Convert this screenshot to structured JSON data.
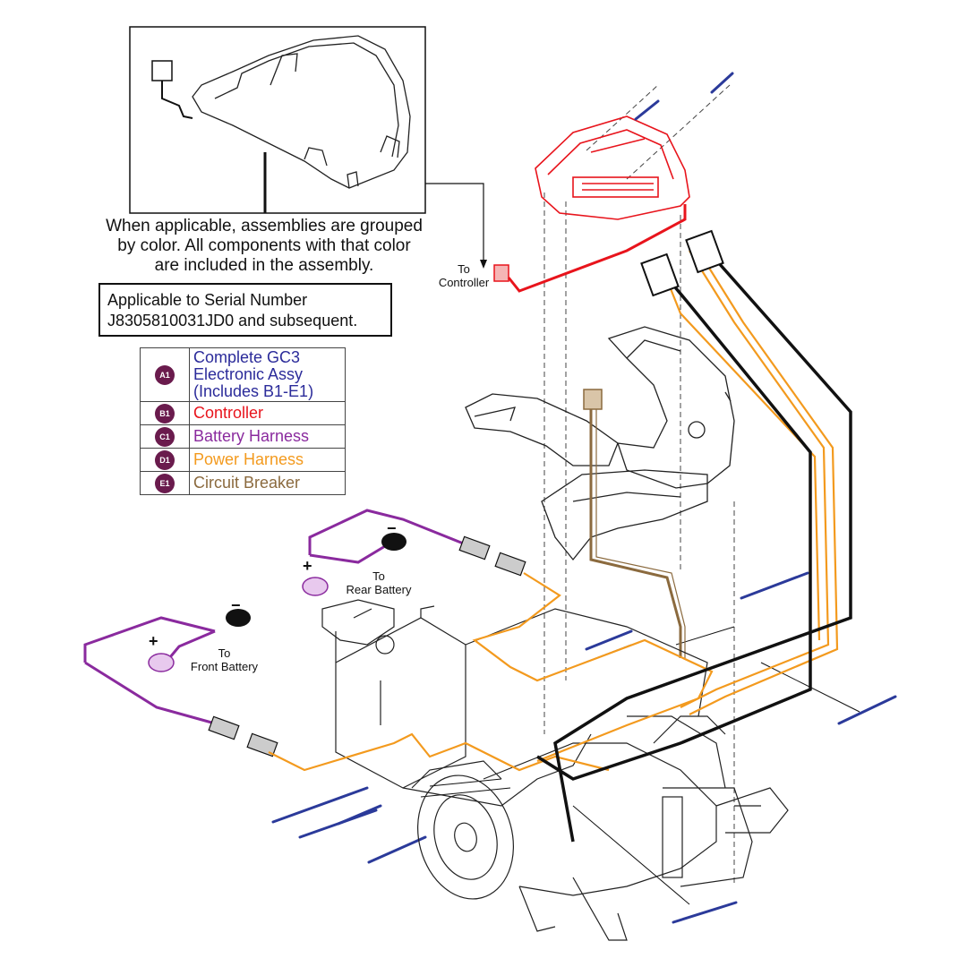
{
  "note": {
    "line1": "When applicable, assemblies are grouped",
    "line2": "by color. All components with that color",
    "line3": "are included in the assembly."
  },
  "serial": {
    "line1": "Applicable to Serial Number",
    "line2": "J8305810031JD0 and subsequent."
  },
  "legend": [
    {
      "code": "A1",
      "label": "Complete GC3 Electronic Assy (Includes B1-E1)",
      "color": "#2b2b9a"
    },
    {
      "code": "B1",
      "label": "Controller",
      "color": "#e8141c"
    },
    {
      "code": "C1",
      "label": "Battery Harness",
      "color": "#8a2a9e"
    },
    {
      "code": "D1",
      "label": "Power Harness",
      "color": "#f39a1e"
    },
    {
      "code": "E1",
      "label": "Circuit Breaker",
      "color": "#8b6a3e"
    }
  ],
  "labels": {
    "to": "To",
    "controller": "Controller",
    "rear_battery": "Rear Battery",
    "front_battery": "Front Battery",
    "plus": "+",
    "minus": "−"
  },
  "colors": {
    "controller": "#e8141c",
    "battery_harness": "#8a2a9e",
    "power_harness": "#f39a1e",
    "circuit_breaker": "#8b6a3e",
    "screws": "#2b3a9a",
    "line": "#111111"
  }
}
